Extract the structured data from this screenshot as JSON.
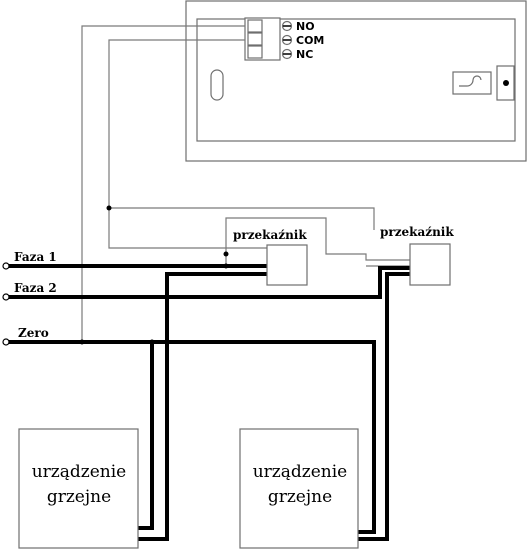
{
  "controller": {
    "terminals": [
      "NO",
      "COM",
      "NC"
    ]
  },
  "relays": [
    {
      "label": "przekaźnik"
    },
    {
      "label": "przekaźnik"
    }
  ],
  "lines": [
    {
      "label": "Faza 1"
    },
    {
      "label": "Faza 2"
    },
    {
      "label": "Zero"
    }
  ],
  "devices": [
    {
      "line1": "urządzenie",
      "line2": "grzejne"
    },
    {
      "line1": "urządzenie",
      "line2": "grzejne"
    }
  ]
}
